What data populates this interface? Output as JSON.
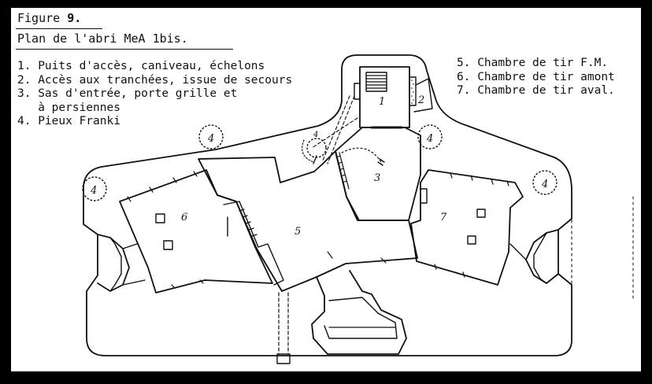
{
  "figure": {
    "title_prefix": "Figure ",
    "title_number": "9.",
    "subtitle": "Plan de l'abri MeA 1bis."
  },
  "legend_left": [
    "1. Puits d'accès, caniveau, échelons",
    "2. Accès aux tranchées, issue de secours",
    "3. Sas d'entrée, porte grille et",
    "   à persiennes",
    "4. Pieux Franki"
  ],
  "legend_right": [
    "5. Chambre de tir F.M.",
    "6. Chambre de tir amont",
    "7. Chambre de tir aval."
  ],
  "plan_labels": {
    "shaft": "1",
    "emergency_exit": "2",
    "airlock": "3",
    "pile": "4",
    "pile_alt": "4",
    "fm_room": "5",
    "upstream_room": "6",
    "downstream_room": "7"
  },
  "colors": {
    "ink": "#111111",
    "paper": "#ffffff",
    "frame": "#000000"
  }
}
